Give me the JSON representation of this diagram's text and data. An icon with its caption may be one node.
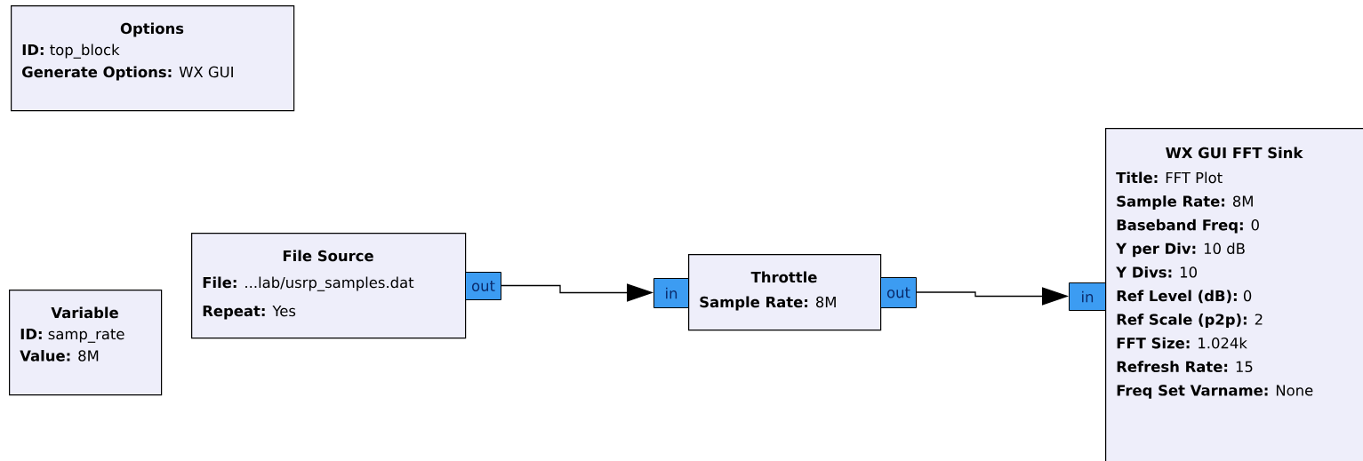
{
  "diagram": {
    "nodes": [
      {
        "text": [
          "Options",
          "**ID:** top_block",
          "**Generate Options:** WX GUI"
        ]
      },
      {
        "text": [
          "Variable",
          "**ID:** samp_rate",
          "**Value:** 8M"
        ]
      },
      {
        "text": [
          "File Source",
          "**File:** ...lab/usrp_samples.dat",
          "**Repeat:** Yes"
        ]
      },
      {
        "text": [
          "out"
        ]
      },
      {
        "text": [
          "in"
        ]
      },
      {
        "text": [
          "Throttle",
          "**Sample Rate:** 8M"
        ]
      },
      {
        "text": [
          "out"
        ]
      },
      {
        "text": [
          "in"
        ]
      },
      {
        "text": [
          "WX GUI FFT Sink",
          "**Title:** FFT Plot",
          "**Sample Rate:** 8M",
          "**Baseband Freq:** 0",
          "**Y per Div:** 10 dB",
          "**Y Divs:** 10",
          "**Ref Level (dB):** 0",
          "**Ref Scale (p2p):** 2",
          "**FFT Size:** 1.024k",
          "**Refresh Rate:** 15",
          "**Freq Set Varname:** None"
        ]
      }
    ],
    "edges": [
      {
        "from": 3,
        "to": 4,
        "arrow": "to"
      },
      {
        "from": 6,
        "to": 7,
        "arrow": "to"
      }
    ]
  }
}
